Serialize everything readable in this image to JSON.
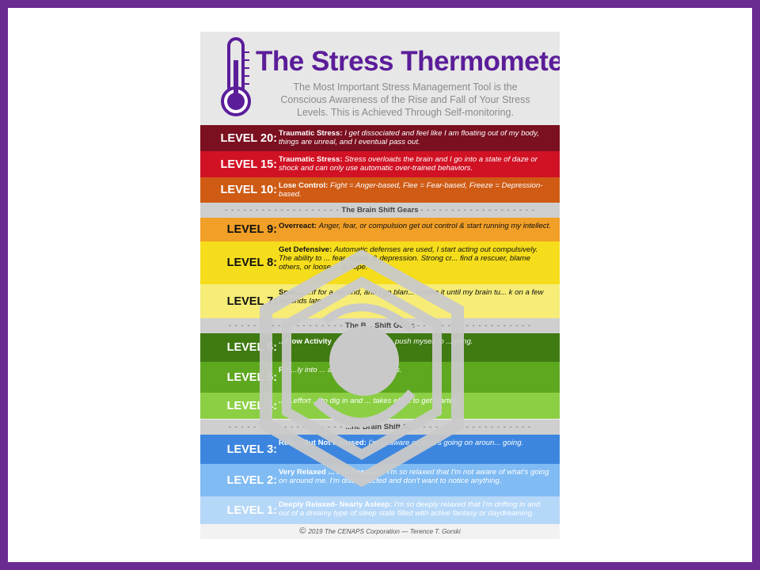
{
  "colors": {
    "frame": "#6a2c91",
    "title": "#5b1d99",
    "level20": "#7b1020",
    "level15": "#d11224",
    "level10": "#cf5b15",
    "level9": "#f19f27",
    "level8": "#f5dd1b",
    "level7": "#f6ec76",
    "level6": "#3f7a12",
    "level5": "#5ea81f",
    "level4": "#8ccf45",
    "level3": "#3d86df",
    "level2": "#80bbf3",
    "level1": "#b5d7f8",
    "gear_band": "#cfcfcf",
    "watermark": "#c9c9c9"
  },
  "header": {
    "title": "The Stress Thermometer",
    "subtitle": "The Most Important Stress Management Tool is the Conscious Awareness of the Rise and Fall of Your Stress Levels. This is Achieved Through Self-monitoring."
  },
  "levels": {
    "l20": {
      "label": "LEVEL 20:",
      "name": "Traumatic Stress:",
      "text": "I get dissociated and feel like I am floating out of my body, things are unreal, and I eventual pass out."
    },
    "l15": {
      "label": "LEVEL 15:",
      "name": "Traumatic Stress:",
      "text": "Stress overloads the brain and I go into a state of daze or shock and can only use automatic over-trained behaviors."
    },
    "l10": {
      "label": "LEVEL 10:",
      "name": "Lose Control:",
      "text": "Fight = Anger-based, Flee = Fear-based, Freeze = Depression-based."
    },
    "l9": {
      "label": "LEVEL 9:",
      "name": "Overreact:",
      "text": "Anger, fear, or compulsion get out control & start running my intellect."
    },
    "l8": {
      "label": "LEVEL 8:",
      "name": "Get Defensive:",
      "text": "Automatic defenses are used, I start acting out compulsively. The ability to ... fear, anger, & depression. Strong cr... find a rescuer, blame others, or loose ... & hope."
    },
    "l7": {
      "label": "LEVEL 7:",
      "name": "Spac...",
      "text": "...ff for a second, and I go blan... realize it until my brain tu... k on a few seconds late..."
    },
    "l6": {
      "label": "LEVEL 6:",
      "name": "...Flow Activity",
      "text": "...g tired and ha... push myself to ...going."
    },
    "l5": {
      "label": "LEVEL 5:",
      "name": "F...",
      "text": "...ly into ... and get los... process."
    },
    "l4": {
      "label": "LEVEL 4:",
      "name": "...",
      "text": "...effort ... to dig in and ... takes effort to get started."
    },
    "l3": {
      "label": "LEVEL 3:",
      "name": "Rela... But Not Focused:",
      "text": "I'm ... aware of what's going on aroun... going."
    },
    "l2": {
      "label": "LEVEL 2:",
      "name": "Very Relaxed ... Not Focused:",
      "text": "I'm so relaxed that I'm not aware of what's going on around me. I'm disconnected and don't want to notice anything."
    },
    "l1": {
      "label": "LEVEL 1:",
      "name": "Deeply Relaxed- Nearly Asleep:",
      "text": "I'm so deeply relaxed that I'm drifting in and out of a dreamy type of sleep state filled with active fantasy or daydreaming."
    }
  },
  "gears": {
    "g1": "The Brain Shift Gears",
    "g2": "The B... Shift Gears",
    "g3": "...he Brain Shift G..."
  },
  "footer": {
    "copyright_icon": "copyright-icon",
    "text": "2019 The CENAPS Corporation — Terence T. Gorski"
  },
  "icons": {
    "thermometer": "thermometer-icon",
    "watermark": "hexagon-logo-watermark"
  }
}
